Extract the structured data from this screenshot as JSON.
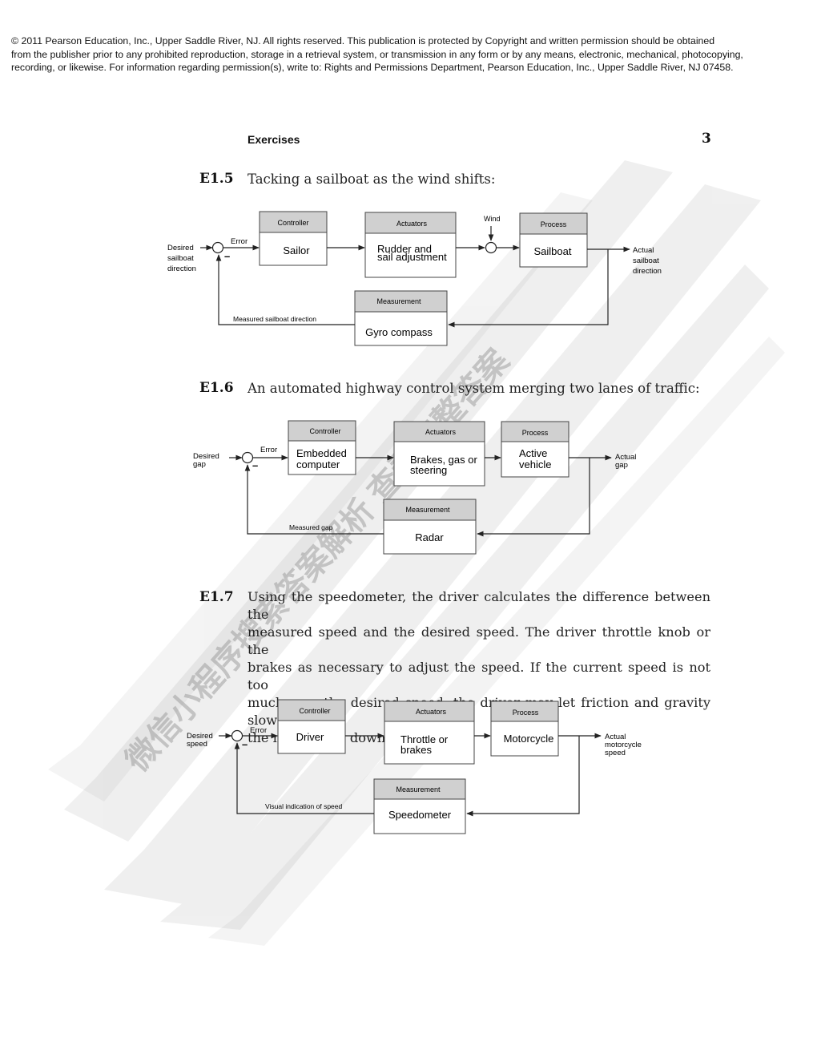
{
  "copyright": {
    "lines": [
      "© 2011 Pearson Education, Inc., Upper Saddle River, NJ. All rights reserved. This publication is protected by Copyright and written permission should be obtained",
      "from the publisher prior to any prohibited reproduction, storage in a retrieval system, or transmission in any form or by any means, electronic, mechanical, photocopying,",
      "recording, or likewise. For information regarding permission(s), write to: Rights and Permissions Department, Pearson Education, Inc., Upper Saddle River, NJ 07458."
    ]
  },
  "header": {
    "section": "Exercises",
    "page_number": "3"
  },
  "e15": {
    "label": "E1.5",
    "text": "Tacking a sailboat as the wind shifts:",
    "diagram": {
      "input": [
        "Desired",
        "sailboat",
        "direction"
      ],
      "error": "Error",
      "minus": "–",
      "wind": "Wind",
      "controller_header": "Controller",
      "controller": [
        "Sailor"
      ],
      "actuators_header": "Actuators",
      "actuators": [
        "Rudder and",
        "sail adjustment"
      ],
      "process_header": "Process",
      "process": [
        "Sailboat"
      ],
      "output": [
        "Actual",
        "sailboat",
        "direction"
      ],
      "measurement_header": "Measurement",
      "measurement": [
        "Gyro compass"
      ],
      "feedback": "Measured sailboat direction"
    }
  },
  "e16": {
    "label": "E1.6",
    "text": "An automated highway control system merging two lanes of traffic:",
    "diagram": {
      "input": [
        "Desired",
        "gap"
      ],
      "error": "Error",
      "minus": "–",
      "controller_header": "Controller",
      "controller": [
        "Embedded",
        "computer"
      ],
      "actuators_header": "Actuators",
      "actuators": [
        "Brakes, gas or",
        "steering"
      ],
      "process_header": "Process",
      "process": [
        "Active",
        "vehicle"
      ],
      "output": [
        "Actual",
        "gap"
      ],
      "measurement_header": "Measurement",
      "measurement": [
        "Radar"
      ],
      "feedback": "Measured gap"
    }
  },
  "e17": {
    "label": "E1.7",
    "lines": [
      "Using the speedometer, the driver calculates the difference between the",
      "measured speed and the desired speed. The driver throttle knob or the",
      "brakes as necessary to adjust the speed. If the current speed is not too",
      "much over the desired speed, the driver may let friction and gravity slow",
      "the motorcycle down."
    ],
    "diagram": {
      "input": [
        "Desired",
        "speed"
      ],
      "error": "Error",
      "minus": "–",
      "controller_header": "Controller",
      "controller": [
        "Driver"
      ],
      "actuators_header": "Actuators",
      "actuators": [
        "Throttle or",
        "brakes"
      ],
      "process_header": "Process",
      "process": [
        "Motorcycle"
      ],
      "output": [
        "Actual",
        "motorcycle",
        "speed"
      ],
      "measurement_header": "Measurement",
      "measurement": [
        "Speedometer"
      ],
      "feedback": "Visual indication of speed"
    }
  },
  "watermark": {
    "text": "微信小程序搜索答案解析 查看完整答案",
    "color": "#9a9a9a"
  }
}
